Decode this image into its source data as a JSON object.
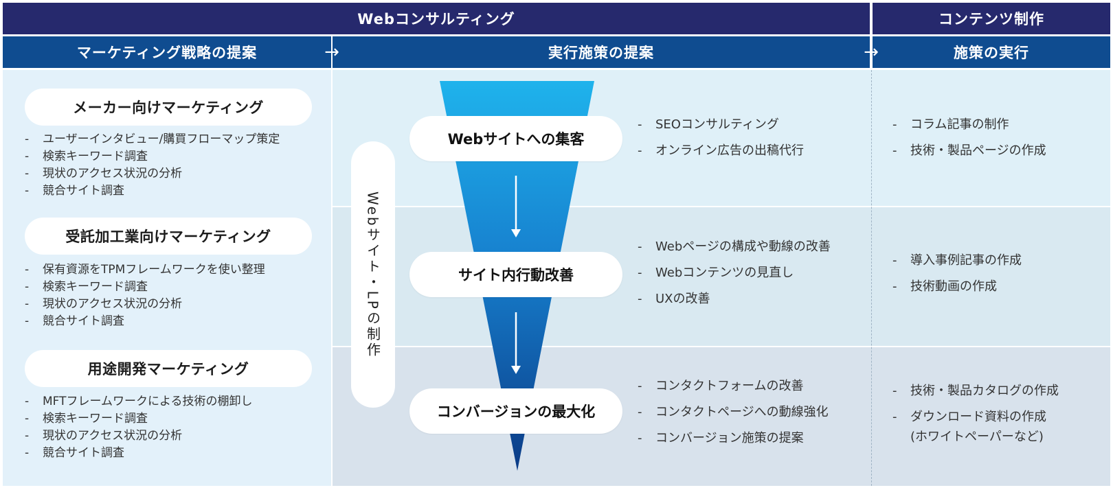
{
  "header": {
    "web_consulting": "Webコンサルティング",
    "content_production": "コンテンツ制作",
    "marketing_strategy": "マーケティング戦略の提案",
    "execution_proposal": "実行施策の提案",
    "execution": "施策の実行"
  },
  "left": {
    "groups": [
      {
        "title": "メーカー向けマーケティング",
        "items": [
          "ユーザーインタビュー/購買フローマップ策定",
          "検索キーワード調査",
          "現状のアクセス状況の分析",
          "競合サイト調査"
        ]
      },
      {
        "title": "受託加工業向けマーケティング",
        "items": [
          "保有資源をTPMフレームワークを使い整理",
          "検索キーワード調査",
          "現状のアクセス状況の分析",
          "競合サイト調査"
        ]
      },
      {
        "title": "用途開発マーケティング",
        "items": [
          "MFTフレームワークによる技術の棚卸し",
          "検索キーワード調査",
          "現状のアクセス状況の分析",
          "競合サイト調査"
        ]
      }
    ]
  },
  "vertical_label": "Webサイト・LPの制作",
  "stages": [
    {
      "title": "Webサイトへの集客",
      "items": [
        "SEOコンサルティング",
        "オンライン広告の出稿代行"
      ],
      "right_items": [
        "コラム記事の制作",
        "技術・製品ページの作成"
      ]
    },
    {
      "title": "サイト内行動改善",
      "items": [
        "Webページの構成や動線の改善",
        "Webコンテンツの見直し",
        "UXの改善"
      ],
      "right_items": [
        "導入事例記事の作成",
        "技術動画の作成"
      ]
    },
    {
      "title": "コンバージョンの最大化",
      "items": [
        "コンタクトフォームの改善",
        "コンタクトページへの動線強化",
        "コンバージョン施策の提案"
      ],
      "right_items": [
        "技術・製品カタログの作成",
        "ダウンロード資料の作成",
        "(ホワイトペーパーなど)"
      ]
    }
  ],
  "colors": {
    "header_dark": "#26296d",
    "header_blue": "#0f4c90",
    "funnel_top": "#1fb3ec",
    "funnel_bottom": "#0b3b86"
  }
}
